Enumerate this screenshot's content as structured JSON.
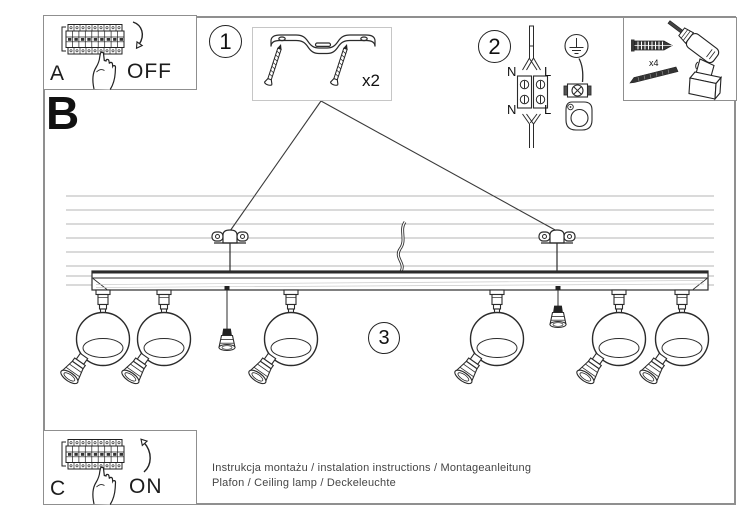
{
  "panel_a": {
    "label": "A",
    "action": "OFF"
  },
  "section_b": {
    "label": "B"
  },
  "step1": {
    "number": "1",
    "quantity": "x2"
  },
  "step2": {
    "number": "2",
    "wire_top_left": "N",
    "wire_top_right": "L",
    "wire_bottom_left": "N",
    "wire_bottom_right": "L"
  },
  "step3": {
    "number": "3"
  },
  "tools": {
    "quantity": "x4"
  },
  "panel_c": {
    "label": "C",
    "action": "ON"
  },
  "footer": {
    "line1": "Instrukcja montażu / instalation instructions / Montageanleitung",
    "line2": "Plafon / Ceiling lamp / Deckeleuchte"
  },
  "colors": {
    "ink": "#2b2b2b",
    "box_border": "#8f8f8f",
    "ceiling_line": "#b5b5b5"
  }
}
